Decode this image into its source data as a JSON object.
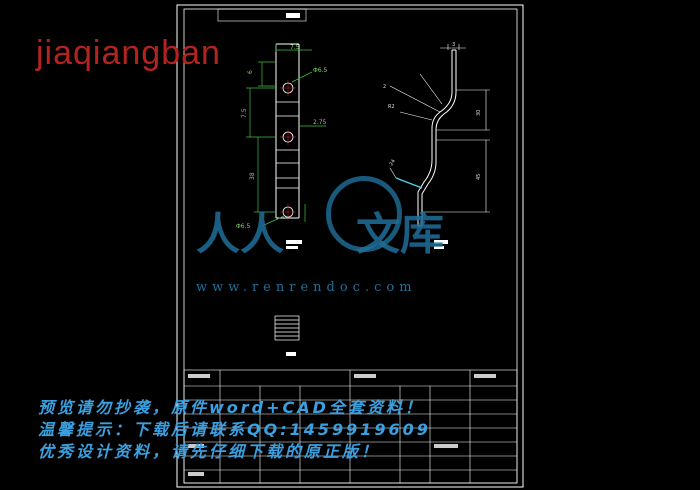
{
  "brand": "jiaqiangban",
  "watermark": {
    "cn": [
      "人人",
      "文库"
    ],
    "url": "www.renrendoc.com"
  },
  "promo_lines": [
    "预览请勿抄袭，原件word+CAD全套资料！",
    "温馨提示：下载后请联系QQ:1459919609",
    "优秀设计资料，请先仔细下载的原正版！"
  ],
  "dimensions": {
    "top_width": "7.5",
    "hole_upper": "Φ6.5",
    "spacing_1": "7.5",
    "side_1": "2.75",
    "spacing_2": "38",
    "hole_lower": "Φ6.5",
    "top_left": "6",
    "thickness": "3",
    "angle_r": "R2",
    "side_30": "30",
    "side_45": "45",
    "tilt": "2",
    "foot": "24"
  },
  "colors": {
    "border": "#ffffff",
    "dimension": "#3fbf3f",
    "part": "#ffffff",
    "cyan": "#4fd4e8",
    "watermark": "#1f6f9a",
    "promo": "#3aa0e0",
    "brand": "#b3231f"
  }
}
